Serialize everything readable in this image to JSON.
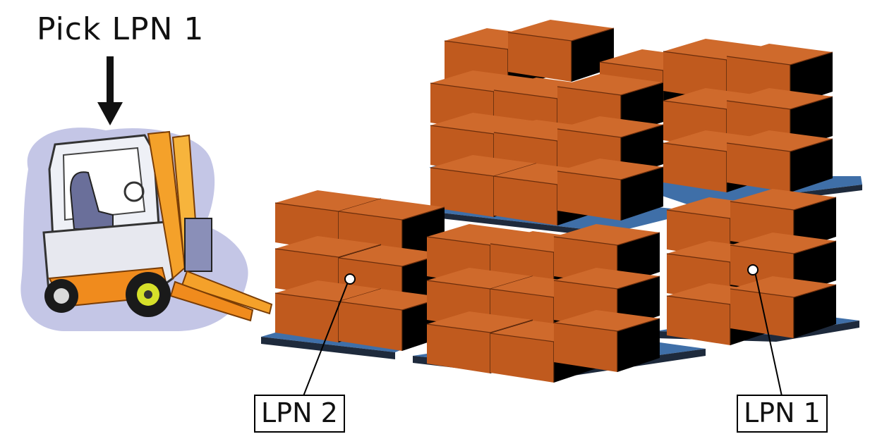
{
  "heading": "Pick  LPN 1",
  "labels": {
    "lpn2": "LPN 2",
    "lpn1": "LPN 1"
  },
  "colors": {
    "box_top": "#c8632a",
    "box_front": "#c05a1e",
    "box_shadow": "#000000",
    "pallet": "#3f6fa8",
    "pallet_dark": "#1e2a3c",
    "forklift_orange": "#f08b1d",
    "forklift_body": "#e6e6ec",
    "forklift_shadow": "#b9b9dc"
  },
  "icons": [
    "forklift-icon",
    "down-arrow-icon",
    "pallet-stack-icon"
  ]
}
